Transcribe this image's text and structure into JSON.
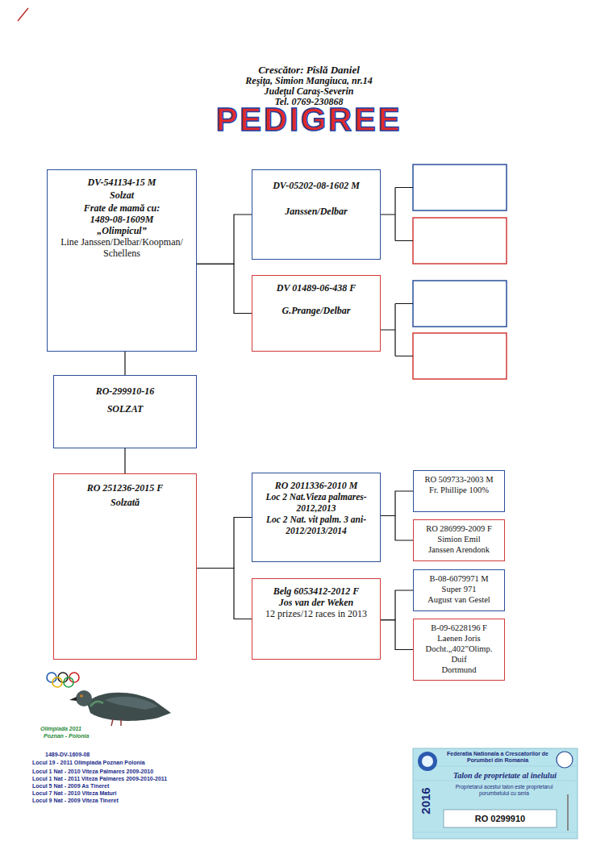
{
  "diagram": {
    "title": "PEDIGREE",
    "nodes": [
      {
        "text": [
          "DV-541134-15 M",
          "Solzat",
          "Frate de mamă cu:",
          "1489-08-1609M",
          "„Olimpicul”",
          "Line Janssen/Delbar/Koopman/ Schellens"
        ]
      },
      {
        "text": [
          "DV-05202-08-1602 M",
          "Janssen/Delbar"
        ]
      },
      {
        "text": [
          "DV 01489-06-438 F",
          "G.Prange/Delbar"
        ]
      },
      {
        "text": [
          "RO-299910-16",
          "SOLZAT"
        ]
      },
      {
        "text": [
          "RO 251236-2015 F",
          "Solzată"
        ]
      },
      {
        "text": [
          "RO 2011336-2010 M",
          "Loc 2 Nat.Vieza palmares-2012,2013",
          "Loc 2 Nat. vit palm. 3 ani-2012/2013/2014"
        ]
      },
      {
        "text": [
          "RO 509733-2003 M",
          "Fr. Phillipe 100%"
        ]
      },
      {
        "text": [
          "RO 286999-2009 F",
          "Simion Emil",
          "Janssen Arendonk"
        ]
      },
      {
        "text": [
          "Belg 6053412-2012 F",
          "Jos van der Weken",
          "12 prizes/12 races in 2013"
        ]
      },
      {
        "text": [
          "B-08-6079971 M",
          "Super 971",
          "August van Gestel"
        ]
      },
      {
        "text": [
          "B-09-6228196 F",
          "Laenen Joris",
          "Docht.„402”Olimp. Duif",
          "Dortmund"
        ]
      }
    ],
    "edges": [
      {
        "from": 3,
        "to": 0,
        "arrow": "none"
      },
      {
        "from": 3,
        "to": 4,
        "arrow": "none"
      },
      {
        "from": 0,
        "to": 1,
        "arrow": "none"
      },
      {
        "from": 0,
        "to": 2,
        "arrow": "none"
      },
      {
        "from": 4,
        "to": 5,
        "arrow": "none"
      },
      {
        "from": 4,
        "to": 8,
        "arrow": "none"
      },
      {
        "from": 5,
        "to": 6,
        "arrow": "none"
      },
      {
        "from": 5,
        "to": 7,
        "arrow": "none"
      },
      {
        "from": 8,
        "to": 9,
        "arrow": "none"
      },
      {
        "from": 8,
        "to": 10,
        "arrow": "none"
      }
    ],
    "labels": [
      "Crescător: Pîslă Daniel",
      "Reşiţa, Simion Mangiuca, nr.14",
      "Judeţul Caraş-Severin",
      "Tel. 0769-230868",
      "Olimpiada 2011",
      "Poznan - Polonia",
      "1489-DV-1609-08",
      "Locul 19 - 2011 Olimpiada Poznan Polonia",
      "Locul 1 Nat - 2010 Viteza Palmares 2009-2010",
      "Locul 1 Nat - 2011 Viteza Palmares 2009-2010-2011",
      "Locul 5 Nat - 2009 As Tineret",
      "Locul 7 Nat - 2010 Viteza Maturi",
      "Locul 9 Nat - 2009 Viteza Tineret",
      "Federatia Nationala a Crescatorilor de Porumbei din Romania",
      "Talon de proprietate al inelului",
      "Proprietarul acestui talon este proprietarul porumbelului cu seria",
      "2016",
      "RO 0299910"
    ]
  }
}
